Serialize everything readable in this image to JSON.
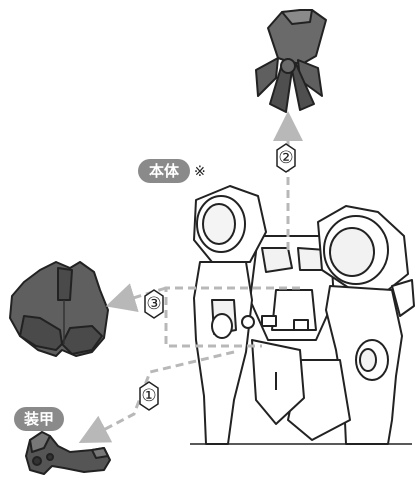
{
  "labels": {
    "body": "本体",
    "armor": "装甲",
    "note_mark": "※"
  },
  "steps": {
    "one": "①",
    "two": "②",
    "three": "③"
  },
  "colors": {
    "part_fill": "#5f5f5f",
    "part_dark": "#3f3f3f",
    "pill": "#8a8a8a",
    "arrow": "#b8b8b8",
    "line": "#222222"
  }
}
